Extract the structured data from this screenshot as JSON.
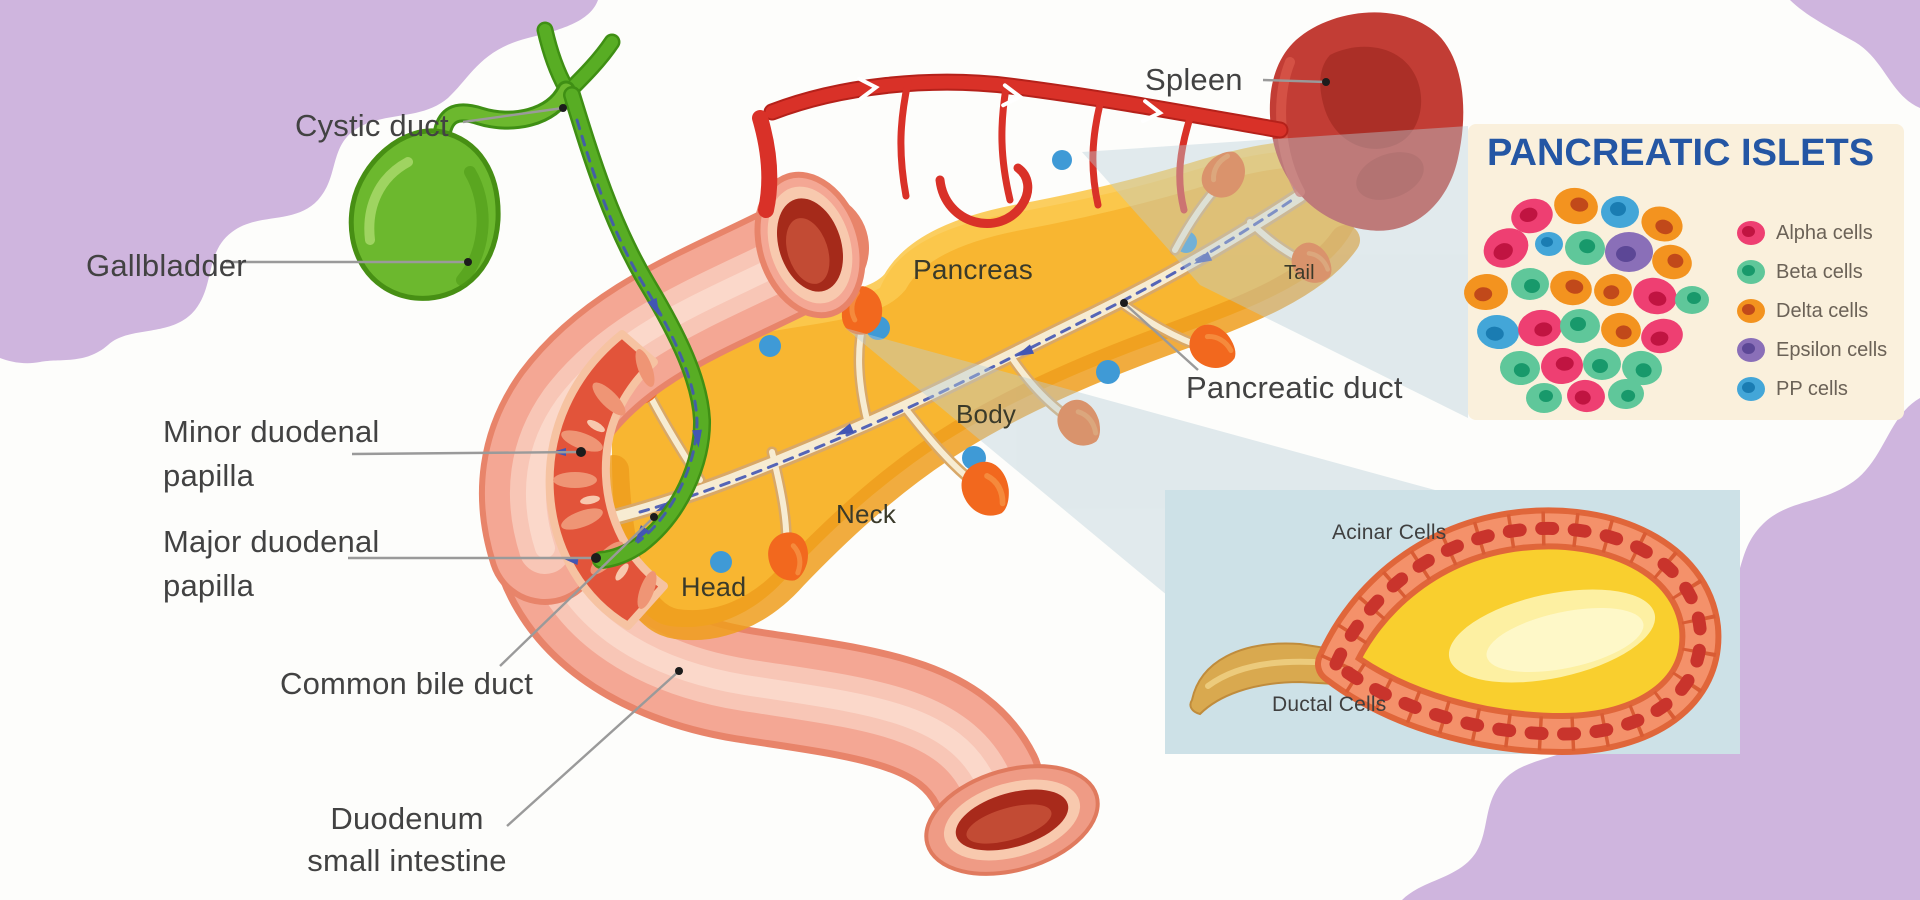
{
  "diagram": {
    "labels": {
      "cystic_duct": "Cystic duct",
      "gallbladder": "Gallbladder",
      "minor_papilla": "Minor duodenal papilla",
      "major_papilla": "Major duodenal papilla",
      "common_bile_duct": "Common bile duct",
      "duodenum_line1": "Duodenum",
      "duodenum_line2": "small intestine",
      "spleen": "Spleen",
      "pancreas": "Pancreas",
      "pancreatic_duct": "Pancreatic duct",
      "tail": "Tail",
      "body": "Body",
      "neck": "Neck",
      "head": "Head"
    },
    "islets_panel": {
      "title": "PANCREATIC ISLETS",
      "legend": [
        {
          "label": "Alpha cells",
          "color": "#ee3f72",
          "nucleus": "#c01441"
        },
        {
          "label": "Beta cells",
          "color": "#5fc79a",
          "nucleus": "#18996b"
        },
        {
          "label": "Delta cells",
          "color": "#f3931f",
          "nucleus": "#c1491a"
        },
        {
          "label": "Epsilon cells",
          "color": "#8a6fb8",
          "nucleus": "#5c4796"
        },
        {
          "label": "PP cells",
          "color": "#43a6d8",
          "nucleus": "#1a7cb2"
        }
      ]
    },
    "acinar_panel": {
      "acinar_cells_label": "Acinar Cells",
      "ductal_cells_label": "Ductal Cells"
    },
    "colors": {
      "background_blob": "#cfb5de",
      "islets_panel_bg": "#faf0dc",
      "islets_title": "#2456a4",
      "acinar_panel_bg": "#cde1e7",
      "pancreas": "#f8b631",
      "duodenum": "#f4a794",
      "gallbladder": "#6cb82e",
      "spleen": "#c23d35",
      "islet_dot": "#3f9ad6"
    }
  }
}
